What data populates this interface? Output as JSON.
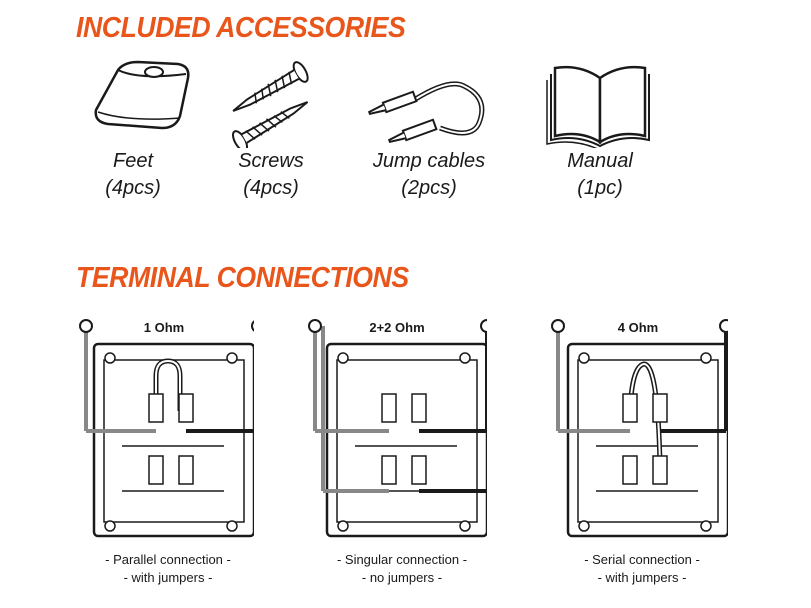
{
  "sections": {
    "accessories_title": "INCLUDED ACCESSORIES",
    "terminals_title": "TERMINAL CONNECTIONS"
  },
  "accessories": [
    {
      "name": "Feet",
      "qty": "(4pcs)",
      "icon": "foot-icon"
    },
    {
      "name": "Screws",
      "qty": "(4pcs)",
      "icon": "screws-icon"
    },
    {
      "name": "Jump cables",
      "qty": "(2pcs)",
      "icon": "jump-cables-icon"
    },
    {
      "name": "Manual",
      "qty": "(1pc)",
      "icon": "manual-icon"
    }
  ],
  "connections": [
    {
      "ohm": "1 Ohm",
      "caption_line1": "- Parallel connection -",
      "caption_line2": "- with jumpers -"
    },
    {
      "ohm": "2+2 Ohm",
      "caption_line1": "- Singular connection -",
      "caption_line2": "- no jumpers -"
    },
    {
      "ohm": "4 Ohm",
      "caption_line1": "- Serial connection -",
      "caption_line2": "- with jumpers -"
    }
  ],
  "polarity": {
    "minus": "-",
    "plus": "+"
  },
  "colors": {
    "accent": "#e8561c",
    "line": "#1a1a1a",
    "wire_grey": "#888888"
  }
}
